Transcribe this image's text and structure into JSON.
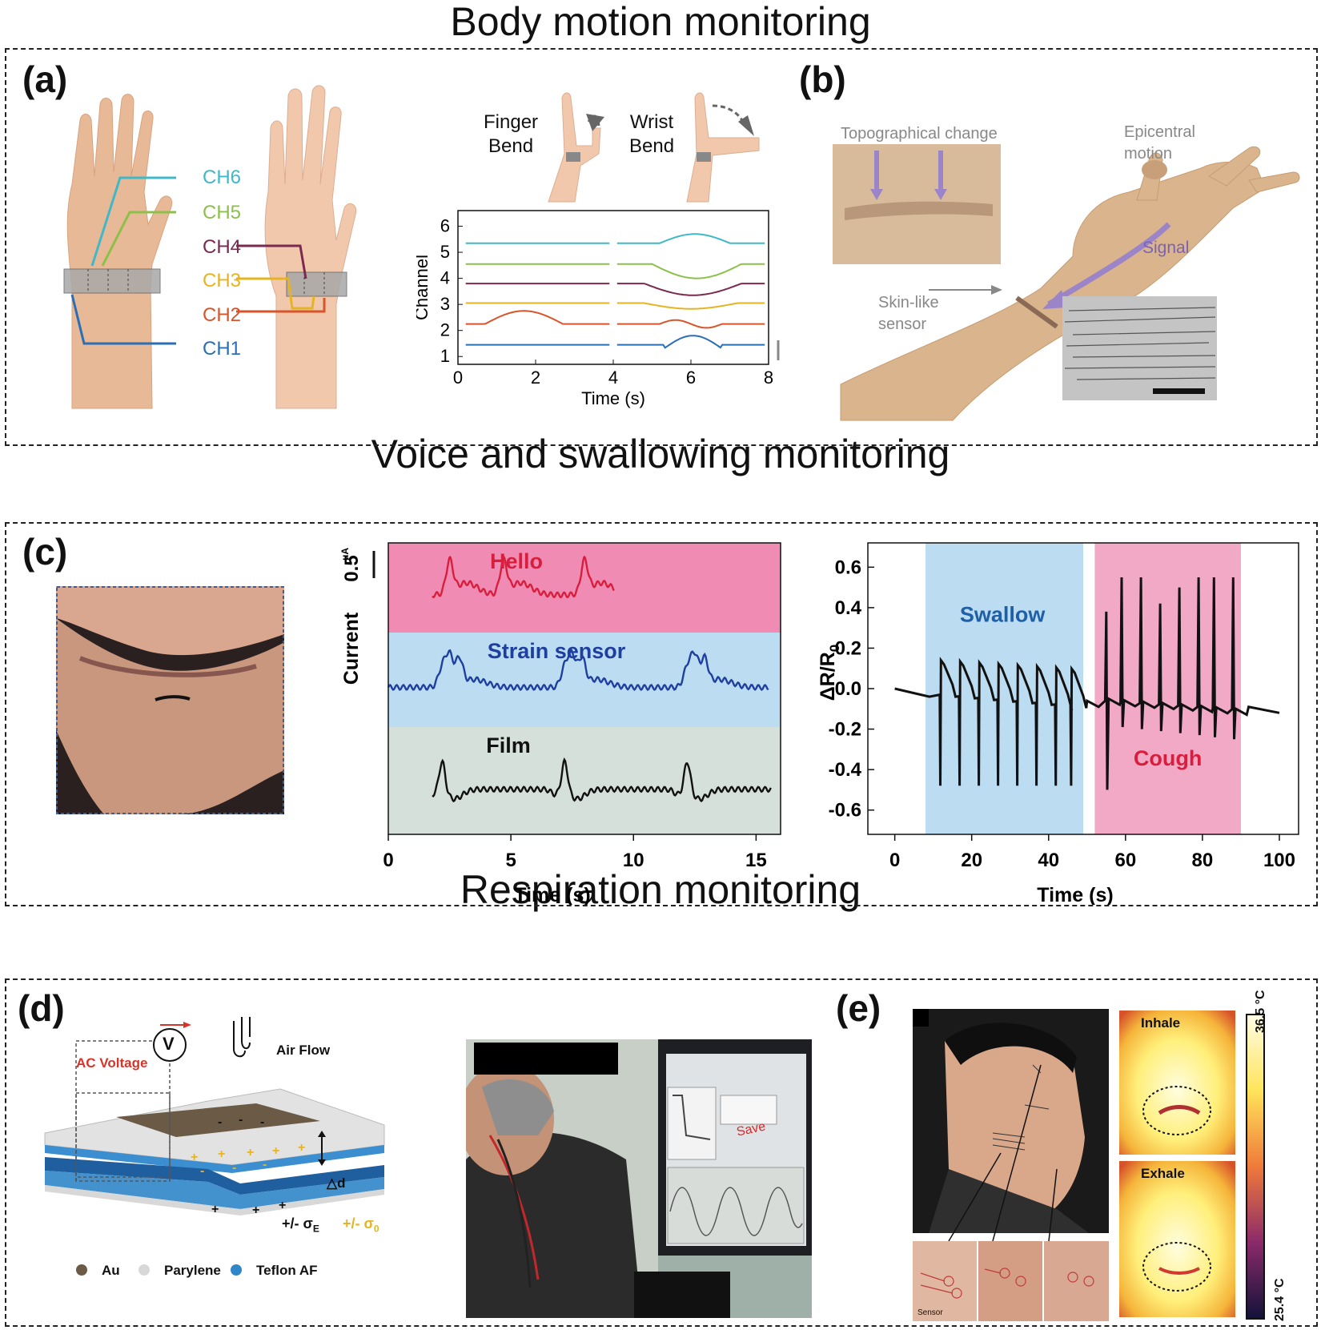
{
  "sections": {
    "body_motion": "Body motion monitoring",
    "voice": "Voice and swallowing monitoring",
    "respiration": "Respiration monitoring"
  },
  "panels": {
    "a": "(a)",
    "b": "(b)",
    "c": "(c)",
    "d": "(d)",
    "e": "(e)"
  },
  "panel_a": {
    "channels": [
      "CH6",
      "CH5",
      "CH4",
      "CH3",
      "CH2",
      "CH1"
    ],
    "channel_colors": [
      "#3fb8c8",
      "#8cc04a",
      "#7a2a4f",
      "#e6b422",
      "#d9542a",
      "#2a6fb5"
    ],
    "finger_bend": [
      "Finger",
      "Bend"
    ],
    "wrist_bend": [
      "Wrist",
      "Bend"
    ]
  },
  "panel_b": {
    "topographical": "Topographical change",
    "epicentral": [
      "Epicentral",
      "motion"
    ],
    "signal": "Signal",
    "skin_like": [
      "Skin-like",
      "sensor"
    ]
  },
  "panel_c_mid": {
    "scale": "0.5",
    "scale_unit": "μA",
    "labels": [
      "Hello",
      "Strain sensor",
      "Film"
    ]
  },
  "panel_c_right": {
    "swallow": "Swallow",
    "cough": "Cough"
  },
  "panel_d": {
    "ac_voltage": "AC Voltage",
    "air_flow": "Air Flow",
    "v": "V",
    "delta_d": "△d",
    "sigma_e": "+/- σ",
    "sigma_e_sub": "E",
    "sigma_0": "+/- σ",
    "sigma_0_sub": "0",
    "legend": [
      "Au",
      "Parylene",
      "Teflon AF"
    ],
    "save": "Save"
  },
  "panel_e": {
    "inhale": "Inhale",
    "exhale": "Exhale",
    "temp_high": "36.5 °C",
    "temp_low": "25.4 °C",
    "sensor": "Sensor"
  },
  "chart_data": [
    {
      "type": "line",
      "xlabel": "Time (s)",
      "ylabel": "Channel",
      "xlim": [
        0,
        8
      ],
      "ylim": [
        0.7,
        6.6
      ],
      "xticks": [
        0,
        2,
        4,
        6,
        8
      ],
      "yticks": [
        1,
        2,
        3,
        4,
        5,
        6
      ],
      "series": [
        {
          "name": "CH6",
          "color": "#3fb8c8",
          "baseline": 5.35
        },
        {
          "name": "CH5",
          "color": "#8cc04a",
          "baseline": 4.55
        },
        {
          "name": "CH4",
          "color": "#7a2a4f",
          "baseline": 3.8
        },
        {
          "name": "CH3",
          "color": "#e6b422",
          "baseline": 3.05
        },
        {
          "name": "CH2",
          "color": "#d9542a",
          "baseline": 2.25
        },
        {
          "name": "CH1",
          "color": "#2a6fb5",
          "baseline": 1.45
        }
      ]
    },
    {
      "type": "line",
      "xlabel": "Time (s)",
      "ylabel": "Current",
      "xlim": [
        0,
        16
      ],
      "xticks": [
        0,
        5,
        10,
        15
      ],
      "series": [
        {
          "name": "Hello",
          "color": "#d81e3c",
          "background": "#f08cb4",
          "peaks_x": [
            2.5,
            4.7,
            8.0
          ]
        },
        {
          "name": "Strain sensor",
          "color": "#1f3fa0",
          "background": "#bcdcf2",
          "peaks_x": [
            2.5,
            7.5,
            12.5
          ]
        },
        {
          "name": "Film",
          "color": "#111111",
          "background": "#d6e0da",
          "peaks_x": [
            2.2,
            7.2,
            12.2
          ]
        }
      ]
    },
    {
      "type": "line",
      "xlabel": "Time (s)",
      "ylabel": "ΔR/R0",
      "xlim": [
        -7,
        105
      ],
      "ylim": [
        -0.72,
        0.72
      ],
      "xticks": [
        0,
        20,
        40,
        60,
        80,
        100
      ],
      "yticks": [
        0.6,
        0.4,
        0.2,
        0.0,
        -0.2,
        -0.4,
        -0.6
      ],
      "ytick_labels": [
        "0.6",
        "0.4",
        "0.2",
        "0.0",
        "-0.2",
        "-0.4",
        "-0.6"
      ],
      "regions": [
        {
          "name": "Swallow",
          "x": [
            8,
            49
          ],
          "color": "#bcdcf2"
        },
        {
          "name": "Cough",
          "x": [
            52,
            90
          ],
          "color": "#f2a9c6"
        }
      ],
      "swallow_events": [
        12,
        17,
        22,
        27,
        32,
        37,
        42,
        46
      ],
      "cough_events": [
        55,
        59,
        64,
        69,
        74,
        79,
        83,
        88
      ],
      "cough_peaks": [
        0.38,
        0.55,
        0.55,
        0.42,
        0.5,
        0.55,
        0.55,
        0.55
      ]
    }
  ]
}
